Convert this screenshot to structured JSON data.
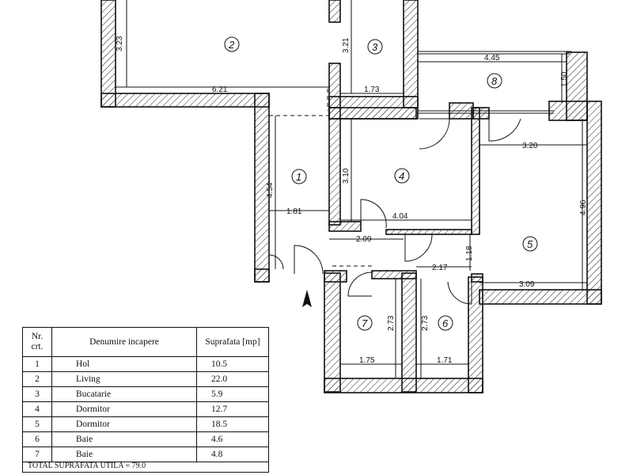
{
  "rooms": [
    {
      "nr": "1",
      "name": "Hol",
      "area": "10.5"
    },
    {
      "nr": "2",
      "name": "Living",
      "area": "22.0"
    },
    {
      "nr": "3",
      "name": "Bucatarie",
      "area": "5.9"
    },
    {
      "nr": "4",
      "name": "Dormitor",
      "area": "12.7"
    },
    {
      "nr": "5",
      "name": "Dormitor",
      "area": "18.5"
    },
    {
      "nr": "6",
      "name": "Baie",
      "area": "4.6"
    },
    {
      "nr": "7",
      "name": "Baie",
      "area": "4.8"
    },
    {
      "nr": "8",
      "name": ""
    }
  ],
  "table": {
    "header_nr": "Nr. crt.",
    "header_name": "Denumire incapere",
    "header_area": "Suprafata [mp]",
    "total_label": "TOTAL SUPRAFATA UTILA = 79.0"
  },
  "dimensions": [
    "3.23",
    "6.21",
    "3.21",
    "1.73",
    "4.45",
    "1.50",
    "3.10",
    "4.04",
    "4.54",
    "1.81",
    "2.09",
    "3.20",
    "4.96",
    "1.18",
    "2.17",
    "3.09",
    "2.73",
    "1.75",
    "2.73",
    "1.71"
  ]
}
